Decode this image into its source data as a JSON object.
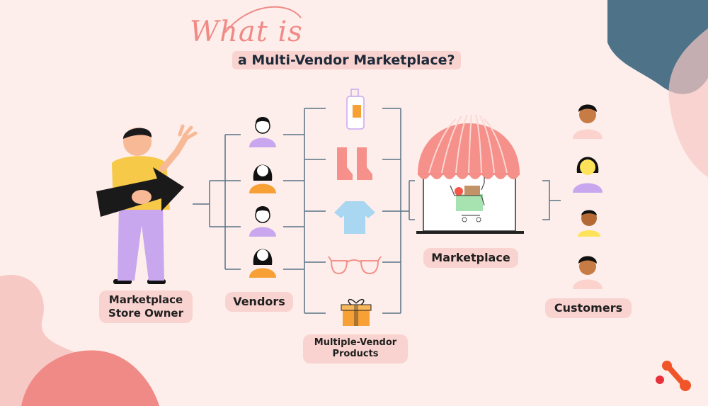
{
  "title": {
    "script": "What is",
    "main": "a Multi-Vendor Marketplace?"
  },
  "labels": {
    "owner": "Marketplace Store Owner",
    "vendors": "Vendors",
    "products": "Multiple-Vendor Products",
    "marketplace": "Marketplace",
    "customers": "Customers"
  },
  "colors": {
    "background": "#fdeeeb",
    "accent": "#f08a86",
    "label_bg": "#f9d3cf",
    "line": "#5a7287",
    "brand": "#f0552a"
  },
  "icons": {
    "vendors": [
      "vendor-purple-icon",
      "vendor-orange-icon",
      "vendor-purple-icon",
      "vendor-orange-icon"
    ],
    "products": [
      "bottle-icon",
      "boots-icon",
      "shirt-icon",
      "glasses-icon",
      "gift-box-icon"
    ],
    "customers": [
      "customer-icon",
      "customer-icon",
      "customer-icon",
      "customer-icon"
    ]
  }
}
